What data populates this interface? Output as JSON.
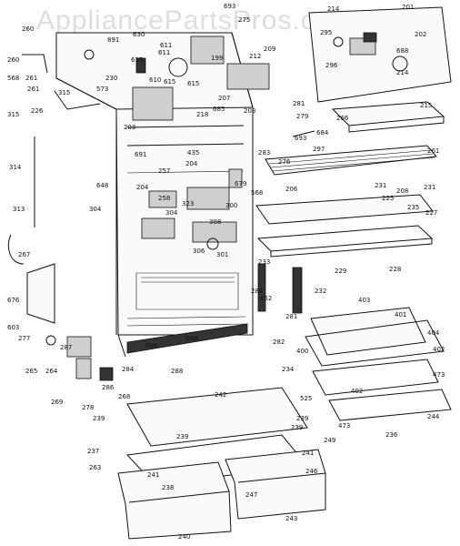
{
  "watermark": "AppliancePartsPros.com",
  "colors": {
    "line": "#111111",
    "fill": "#fafafa",
    "shade": "#cfcfcf",
    "watermark": "#a0a0a0"
  },
  "labels": [
    "693",
    "275",
    "214",
    "201",
    "260",
    "891",
    "630",
    "611",
    "295",
    "260",
    "615",
    "209",
    "202",
    "199",
    "568",
    "261",
    "315",
    "611",
    "261",
    "230",
    "610",
    "615",
    "212",
    "688",
    "296",
    "214",
    "573",
    "615",
    "207",
    "226",
    "685",
    "218",
    "315",
    "203",
    "203",
    "281",
    "279",
    "266",
    "215",
    "684",
    "297",
    "261",
    "693",
    "691",
    "435",
    "276",
    "283",
    "314",
    "204",
    "257",
    "206",
    "231",
    "208",
    "679",
    "568",
    "231",
    "648",
    "204",
    "300",
    "225",
    "235",
    "227",
    "304",
    "323",
    "258",
    "304",
    "308",
    "313",
    "306",
    "301",
    "229",
    "228",
    "267",
    "233",
    "232",
    "676",
    "284",
    "452",
    "403",
    "401",
    "603",
    "281",
    "404",
    "277",
    "288",
    "282",
    "402",
    "287",
    "894",
    "400",
    "265",
    "264",
    "284",
    "234",
    "473",
    "286",
    "288",
    "268",
    "242",
    "525",
    "269",
    "278",
    "402",
    "473",
    "239",
    "239",
    "244",
    "239",
    "236",
    "239",
    "249",
    "237",
    "241",
    "263",
    "246",
    "238",
    "241",
    "247",
    "243",
    "240"
  ]
}
